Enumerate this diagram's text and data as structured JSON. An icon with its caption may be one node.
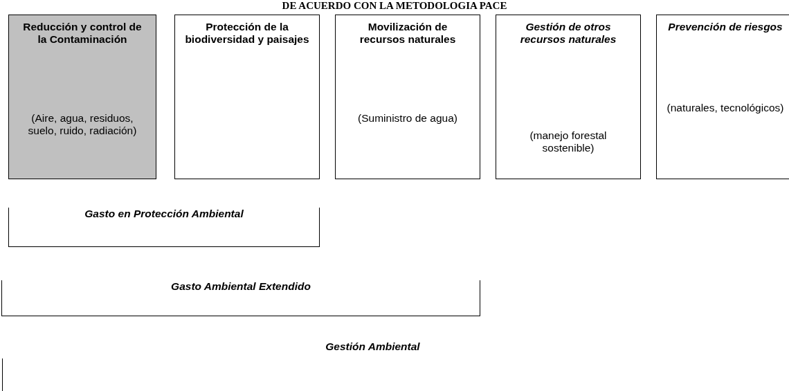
{
  "diagram": {
    "title": "DE ACUERDO CON LA METODOLOGIA PACE",
    "nodes": [
      {
        "text": [
          "Reducción y control de la Contaminación",
          "(Aire, agua, residuos, suelo, ruido, radiación)"
        ]
      },
      {
        "text": [
          "Protección de la biodiversidad y paisajes"
        ]
      },
      {
        "text": [
          "Movilización de recursos naturales",
          "(Suministro de agua)"
        ]
      },
      {
        "text": [
          "Gestión de otros recursos naturales",
          "(manejo forestal sostenible)"
        ]
      },
      {
        "text": [
          "Prevención de riesgos",
          "(naturales, tecnológicos)"
        ]
      },
      {
        "text": [
          "Gasto en Protección Ambiental"
        ]
      },
      {
        "text": [
          "Gasto Ambiental Extendido"
        ]
      },
      {
        "text": [
          "Gestión Ambiental"
        ]
      }
    ]
  }
}
